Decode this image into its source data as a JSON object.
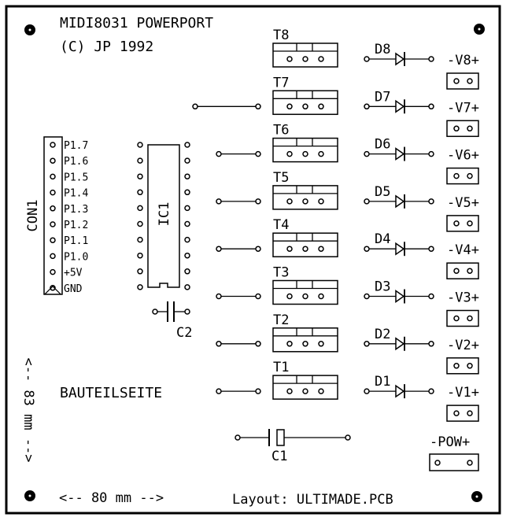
{
  "title": {
    "line1": "MIDI8031 POWERPORT",
    "line2": "(C) JP 1992"
  },
  "side_label": "BAUTEILSEITE",
  "dimensions": {
    "width_label": "<-- 80 mm -->",
    "height_label": "<-- 83 mm -->"
  },
  "layout_label": "Layout: ULTIMADE.PCB",
  "colors": {
    "ink": "#000000",
    "paper": "#ffffff"
  },
  "connector": {
    "name": "CON1",
    "pins": [
      "P1.7",
      "P1.6",
      "P1.5",
      "P1.4",
      "P1.3",
      "P1.2",
      "P1.1",
      "P1.0",
      "+5V",
      "GND"
    ]
  },
  "ic": {
    "name": "IC1",
    "pins_per_side": 10
  },
  "capacitors": [
    {
      "name": "C2"
    },
    {
      "name": "C1"
    }
  ],
  "transistors": [
    "T8",
    "T7",
    "T6",
    "T5",
    "T4",
    "T3",
    "T2",
    "T1"
  ],
  "diodes": [
    "D8",
    "D7",
    "D6",
    "D5",
    "D4",
    "D3",
    "D2",
    "D1"
  ],
  "outputs": [
    "-V8+",
    "-V7+",
    "-V6+",
    "-V5+",
    "-V4+",
    "-V3+",
    "-V2+",
    "-V1+"
  ],
  "power": {
    "label": "-POW+"
  }
}
